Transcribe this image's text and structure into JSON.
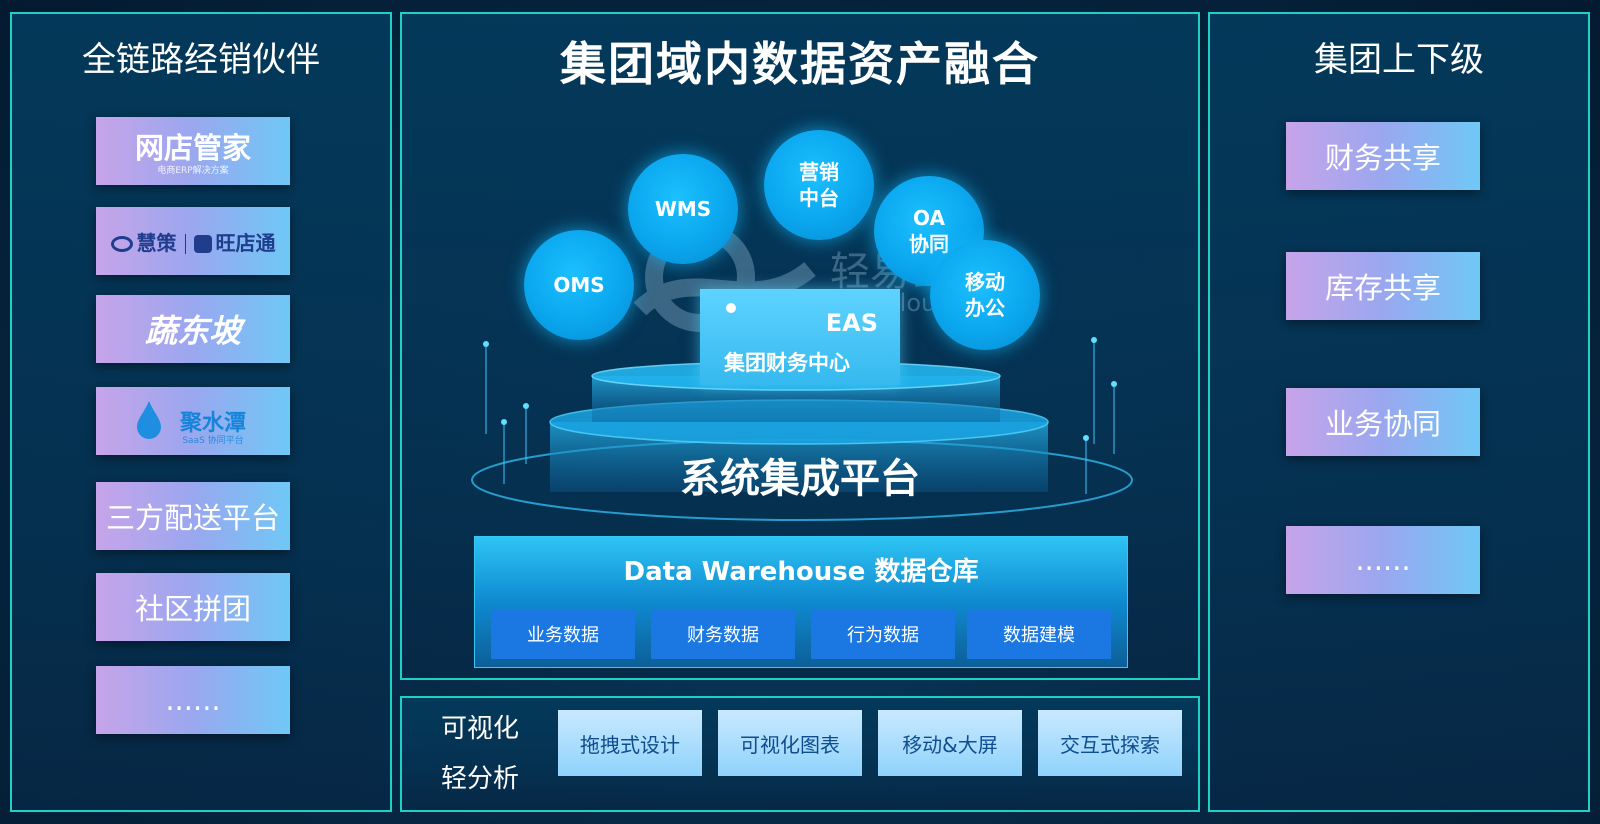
{
  "left": {
    "title": "全链路经销伙伴",
    "items": [
      {
        "main": "网店管家",
        "sub": "电商ERP解决方案"
      },
      {
        "a": "慧策",
        "b": "旺店通"
      },
      {
        "main": "蔬东坡"
      },
      {
        "main": "聚水潭",
        "sub": "SaaS 协同平台"
      },
      {
        "main": "三方配送平台"
      },
      {
        "main": "社区拼团"
      },
      {
        "main": "......"
      }
    ]
  },
  "center": {
    "title": "集团域内数据资产融合",
    "bubbles": [
      "OMS",
      "WMS",
      "营销\n中台",
      "OA\n协同",
      "移动\n办公"
    ],
    "eas": {
      "line1": "EAS",
      "line2": "集团财务中心"
    },
    "platform": "系统集成平台",
    "dw": {
      "title": "Data Warehouse 数据仓库",
      "items": [
        "业务数据",
        "财务数据",
        "行为数据",
        "数据建模"
      ]
    }
  },
  "right": {
    "title": "集团上下级",
    "items": [
      "财务共享",
      "库存共享",
      "业务协同",
      "......"
    ]
  },
  "bottom": {
    "label_line1": "可视化",
    "label_line2": "轻分析",
    "items": [
      "拖拽式设计",
      "可视化图表",
      "移动&大屏",
      "交互式探索"
    ]
  },
  "watermark": {
    "text1": "轻易云",
    "text2": "QCloud"
  },
  "colors": {
    "panel_border": "#1fd1c4",
    "bubble": "#0aa6ee",
    "dw_box": "#1b78e2"
  }
}
